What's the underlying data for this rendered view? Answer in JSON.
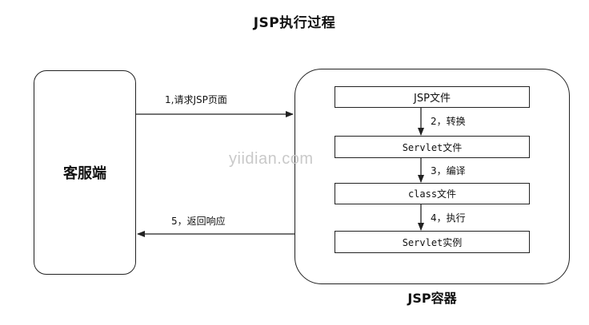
{
  "title": "JSP执行过程",
  "client": {
    "label": "客服端"
  },
  "container": {
    "label": "JSP容器",
    "steps": [
      "JSP文件",
      "Servlet文件",
      "class文件",
      "Servlet实例"
    ],
    "transitions": [
      "2，转换",
      "3，编译",
      "4，执行"
    ]
  },
  "request_label": "1,请求JSP页面",
  "response_label": "5，返回响应",
  "watermark": "yiidian.com",
  "colors": {
    "stroke": "#222222",
    "watermark": "#c9c9c9"
  }
}
